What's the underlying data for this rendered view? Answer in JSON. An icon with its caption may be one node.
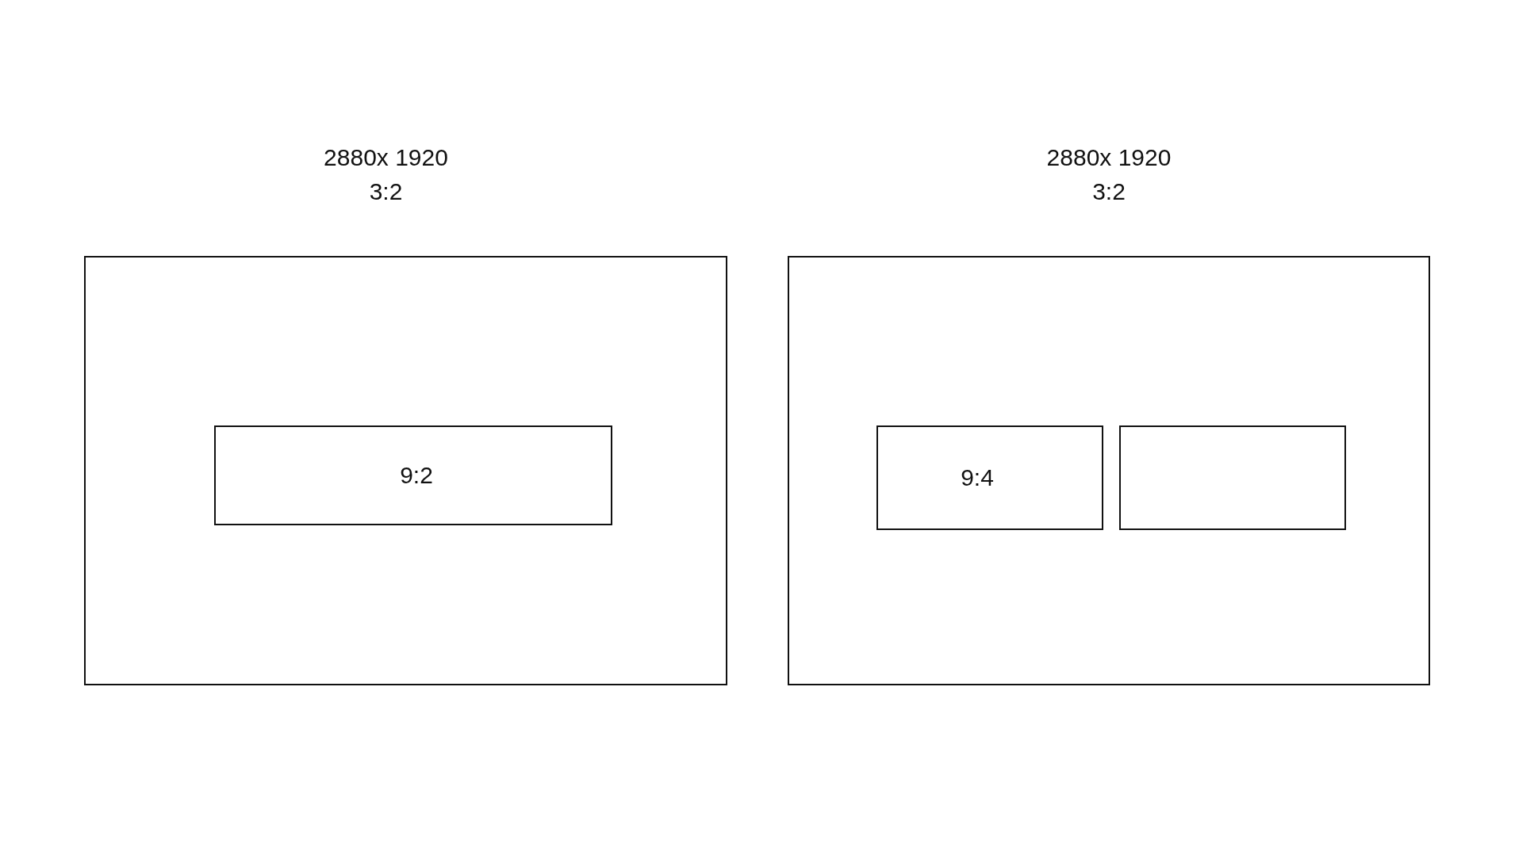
{
  "diagram": {
    "nodes": [
      {
        "text": [
          "2880x 1920",
          "3:2"
        ]
      },
      {
        "text": [
          "9:2"
        ],
        "in": 0
      },
      {
        "text": [
          "2880x 1920",
          "3:2"
        ]
      },
      {
        "text": [
          "9:4"
        ],
        "in": 2
      },
      {
        "text": [],
        "shape": "box",
        "in": 2
      }
    ]
  }
}
